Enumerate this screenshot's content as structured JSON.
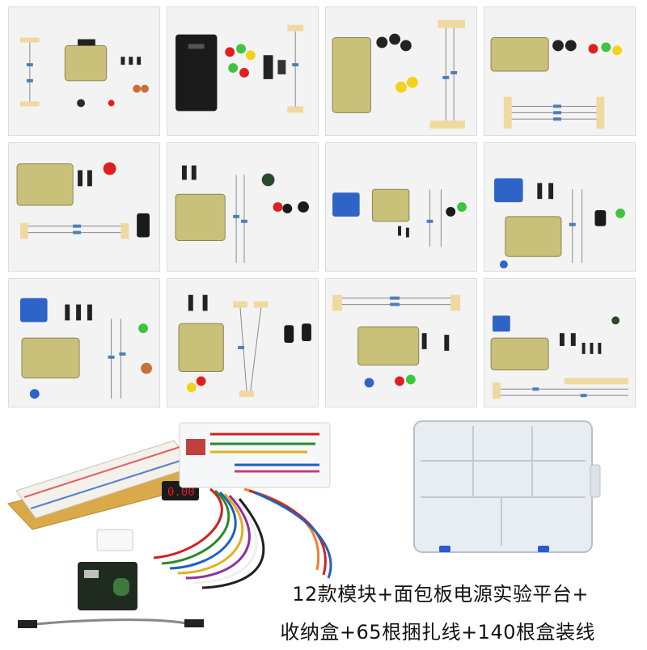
{
  "caption": {
    "line1": "12款模块+面包板电源实验平台+",
    "line2": "收纳盒+65根捆扎线+140根盒装线"
  },
  "module_tiles_count": 12,
  "colors": {
    "pcb": "#c9c07a",
    "pcb_dark": "#1a1a1a",
    "resistor": "#4a7fbf",
    "led_red": "#e02020",
    "led_green": "#3ec43e",
    "led_yellow": "#f2d21a",
    "relay_blue": "#2e64c8",
    "tape": "#f0d9a0",
    "breadboard": "#f4f0ea",
    "box_plastic": "#e8edf2"
  }
}
